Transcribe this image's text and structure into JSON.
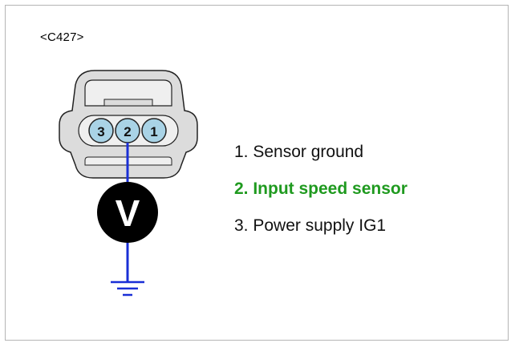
{
  "connector": {
    "id_label": "<C427>",
    "pins": [
      {
        "number": "3",
        "label": "3"
      },
      {
        "number": "2",
        "label": "2"
      },
      {
        "number": "1",
        "label": "1"
      }
    ],
    "voltmeter_symbol": "V"
  },
  "legend": {
    "items": [
      {
        "label": "1. Sensor ground",
        "highlighted": false
      },
      {
        "label": "2. Input speed sensor",
        "highlighted": true
      },
      {
        "label": "3. Power supply IG1",
        "highlighted": false
      }
    ]
  },
  "colors": {
    "highlight": "#1f9a1f",
    "wire": "#1a2fd6",
    "pin_fill": "#a9d3e6",
    "connector_fill": "#dcdcdc"
  }
}
